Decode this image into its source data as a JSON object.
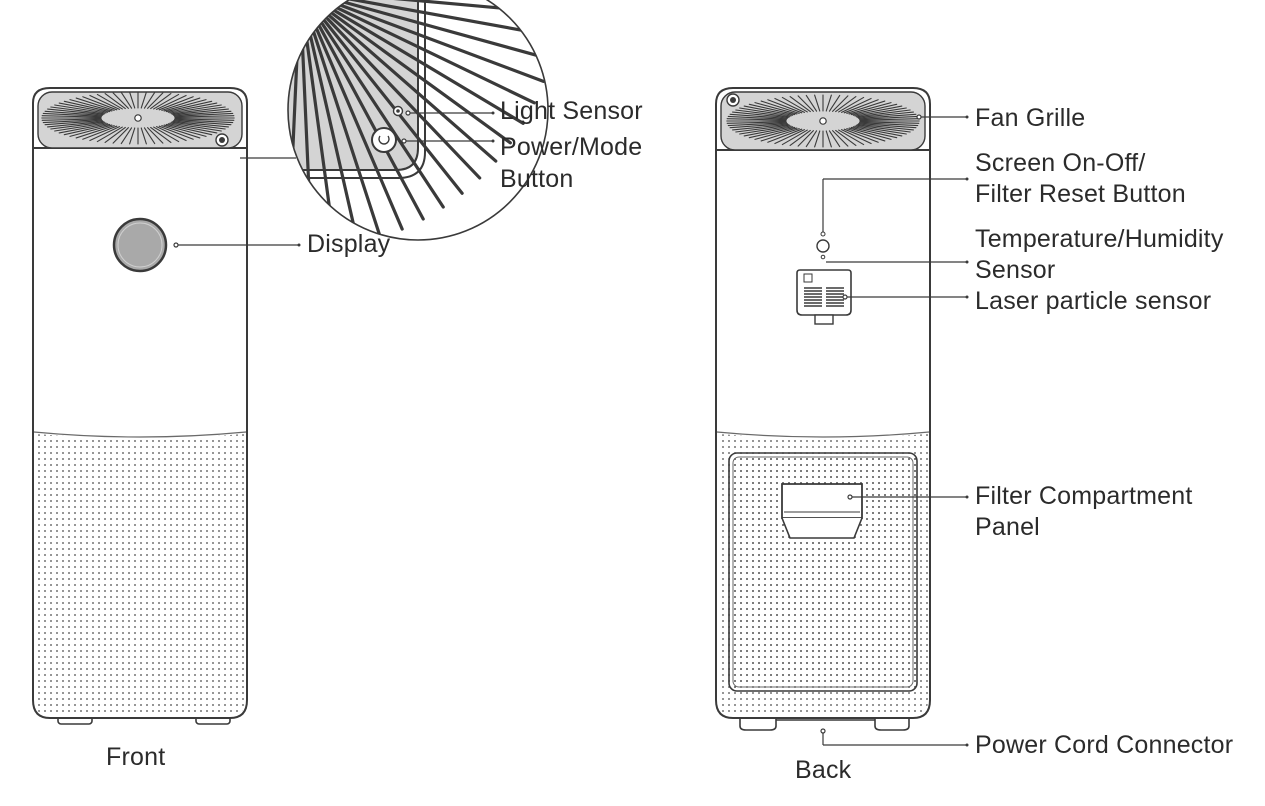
{
  "views": {
    "front": "Front",
    "back": "Back"
  },
  "callouts": {
    "light_sensor": "Light Sensor",
    "power_mode_line1": "Power/Mode",
    "power_mode_line2": "Button",
    "display": "Display",
    "fan_grille": "Fan Grille",
    "screen_line1": "Screen On-Off/",
    "screen_line2": "Filter Reset Button",
    "temp_line1": "Temperature/Humidity",
    "temp_line2": "Sensor",
    "laser": "Laser particle sensor",
    "filter_line1": "Filter Compartment",
    "filter_line2": "Panel",
    "power_cord": "Power Cord Connector"
  },
  "colors": {
    "stroke": "#3a3a3a",
    "top_fill": "#d4d4d4",
    "display_fill": "#a9a9a9",
    "text": "#2b2b2b"
  }
}
